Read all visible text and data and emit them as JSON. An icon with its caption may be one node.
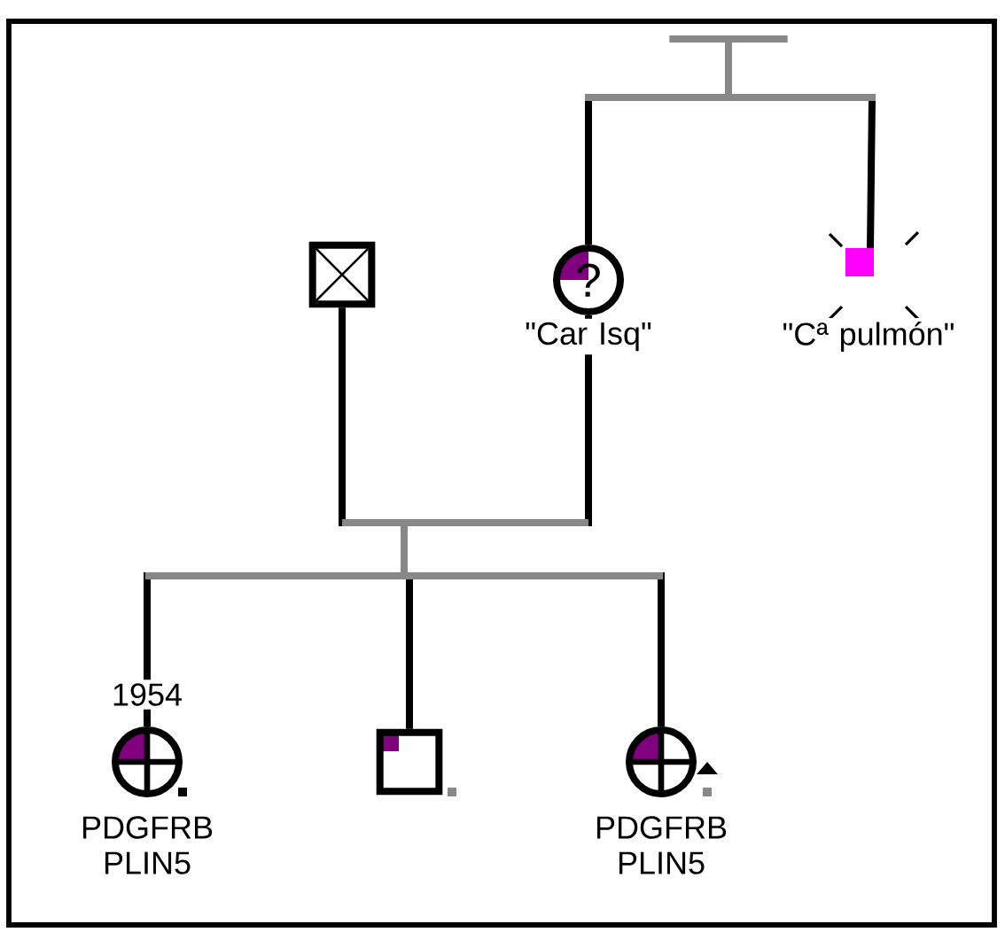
{
  "diagram": {
    "nodes": [
      {
        "text": [],
        "shape": "bar"
      },
      {
        "text": [],
        "shape": "box"
      },
      {
        "text": [
          "?"
        ],
        "beside": [
          "\"Car Isq\""
        ]
      },
      {
        "text": [],
        "shape": "box",
        "beside": [
          "\"Cª pulmón\""
        ]
      },
      {
        "text": [],
        "shape": "circle",
        "beside": [
          "1954",
          "PDGFRB PLIN5"
        ]
      },
      {
        "text": [],
        "shape": "box"
      },
      {
        "text": [],
        "shape": "circle",
        "beside": [
          "PDGFRB PLIN5"
        ]
      }
    ],
    "edges": [
      {
        "from": 0,
        "to": 2,
        "arrow": "none"
      },
      {
        "from": 0,
        "to": 3,
        "arrow": "none"
      },
      {
        "from": 1,
        "to": 4,
        "arrow": "none"
      },
      {
        "from": 1,
        "to": 5,
        "arrow": "none"
      },
      {
        "from": 1,
        "to": 6,
        "arrow": "none"
      },
      {
        "from": 2,
        "to": 4,
        "arrow": "none"
      },
      {
        "from": 2,
        "to": 5,
        "arrow": "none"
      },
      {
        "from": 2,
        "to": 6,
        "arrow": "none"
      }
    ]
  }
}
